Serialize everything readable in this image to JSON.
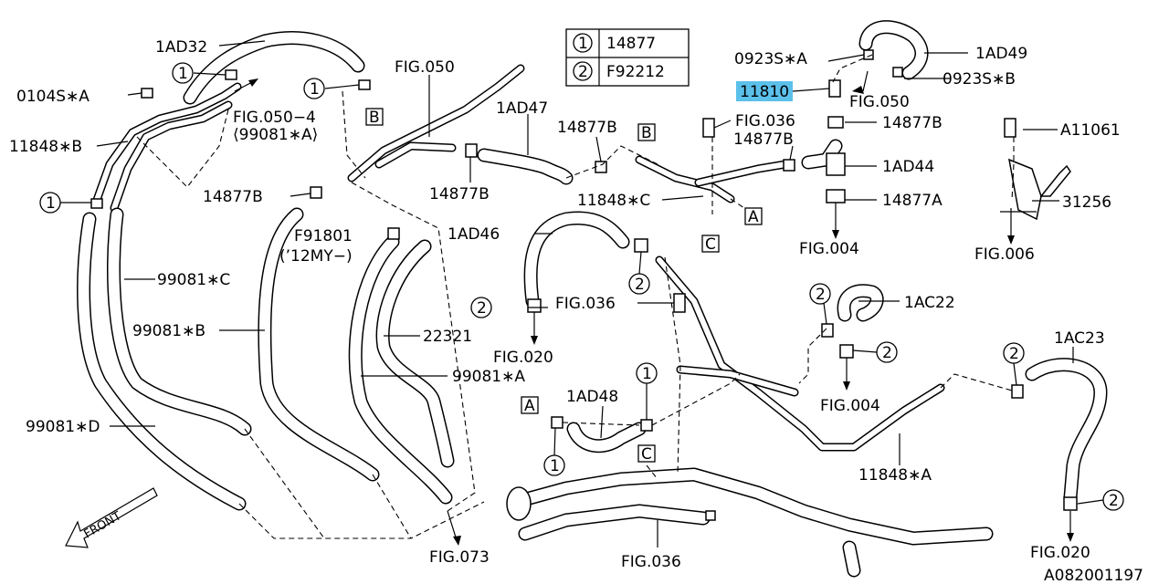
{
  "diagram_code": "A082001197",
  "legend": [
    {
      "marker": "1",
      "part": "14877"
    },
    {
      "marker": "2",
      "part": "F92212"
    }
  ],
  "highlighted_part": "11810",
  "labels": {
    "p1AD32": "1AD32",
    "fig050_top": "FIG.050",
    "p1AD49": "1AD49",
    "p0923SA": "0923S∗A",
    "p0923SB": "0923S∗B",
    "fig050_right": "FIG.050",
    "p0104SA": "0104S∗A",
    "fig050_4": "FIG.050−4",
    "p99081A_paren": "⟨99081∗A⟩",
    "p11848B": "11848∗B",
    "p1AD47": "1AD47",
    "p14877B_mid": "14877B",
    "fig036_top": "FIG.036",
    "p14877B_r1": "14877B",
    "p14877B_r2": "14877B",
    "pA11061": "A11061",
    "p1AD44": "1AD44",
    "p14877B_left": "14877B",
    "p14877B_center": "14877B",
    "p11848C": "11848∗C",
    "p14877A": "14877A",
    "p31256": "31256",
    "pF91801": "F91801",
    "p12MY": "(’12MY−)",
    "p1AD46": "1AD46",
    "fig004_top": "FIG.004",
    "fig006": "FIG.006",
    "p99081C": "99081∗C",
    "fig036_mid": "FIG.036",
    "p1AC22": "1AC22",
    "p99081B": "99081∗B",
    "p22321": "22321",
    "fig020_left": "FIG.020",
    "p1AC23": "1AC23",
    "p99081A": "99081∗A",
    "p1AD48": "1AD48",
    "fig004_mid": "FIG.004",
    "p99081D": "99081∗D",
    "p11848A": "11848∗A",
    "front": "FRONT",
    "fig073": "FIG.073",
    "fig036_bottom": "FIG.036",
    "fig020_right": "FIG.020"
  },
  "refs": {
    "marker_1": "1",
    "marker_2": "2",
    "box_A": "A",
    "box_B": "B",
    "box_C": "C"
  }
}
